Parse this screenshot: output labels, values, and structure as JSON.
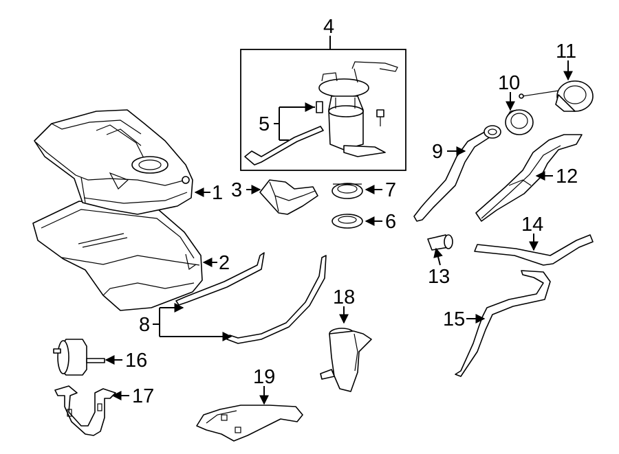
{
  "diagram": {
    "callouts": [
      "1",
      "2",
      "3",
      "4",
      "5",
      "6",
      "7",
      "8",
      "9",
      "10",
      "11",
      "12",
      "13",
      "14",
      "15",
      "16",
      "17",
      "18",
      "19"
    ]
  },
  "colors": {
    "line": "#000000",
    "background": "#ffffff"
  },
  "parts": [
    {
      "id": "1",
      "icon": "fuel-tank-icon"
    },
    {
      "id": "2",
      "icon": "tank-shield-icon"
    },
    {
      "id": "3",
      "icon": "bracket-icon"
    },
    {
      "id": "4",
      "icon": "fuel-pump-module-icon"
    },
    {
      "id": "5",
      "icon": "sender-icon"
    },
    {
      "id": "6",
      "icon": "seal-icon"
    },
    {
      "id": "7",
      "icon": "lock-ring-icon"
    },
    {
      "id": "8",
      "icon": "tank-strap-icon"
    },
    {
      "id": "9",
      "icon": "filler-pipe-icon"
    },
    {
      "id": "10",
      "icon": "filler-neck-icon"
    },
    {
      "id": "11",
      "icon": "fuel-cap-icon"
    },
    {
      "id": "12",
      "icon": "heat-shield-icon"
    },
    {
      "id": "13",
      "icon": "hose-connector-icon"
    },
    {
      "id": "14",
      "icon": "vent-hose-icon"
    },
    {
      "id": "15",
      "icon": "fill-hose-icon"
    },
    {
      "id": "16",
      "icon": "fuel-filter-icon"
    },
    {
      "id": "17",
      "icon": "filter-bracket-icon"
    },
    {
      "id": "18",
      "icon": "reservoir-icon"
    },
    {
      "id": "19",
      "icon": "mounting-bracket-icon"
    }
  ]
}
